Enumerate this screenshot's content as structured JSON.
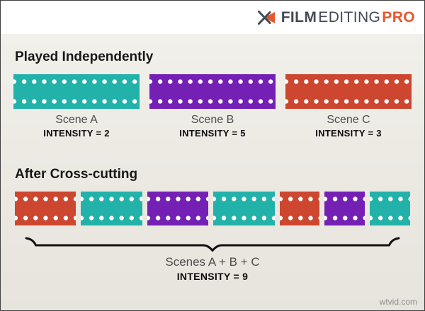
{
  "logo": {
    "film": "FILM",
    "editing": "EDITING",
    "pro": "PRO"
  },
  "colors": {
    "teal": "#22b2aa",
    "purple": "#7420b4",
    "red": "#cc4630",
    "logo_dark": "#434a54",
    "logo_orange": "#e8562c",
    "background": "#ece9e3"
  },
  "section_independent": {
    "title": "Played Independently",
    "scenes": [
      {
        "name": "Scene A",
        "intensity": "INTENSITY = 2",
        "color": "#22b2aa"
      },
      {
        "name": "Scene B",
        "intensity": "INTENSITY = 5",
        "color": "#7420b4"
      },
      {
        "name": "Scene C",
        "intensity": "INTENSITY = 3",
        "color": "#cc4630"
      }
    ]
  },
  "section_crosscut": {
    "title": "After Cross-cutting",
    "segments": [
      {
        "color": "#cc4630",
        "size": "wide"
      },
      {
        "color": "#22b2aa",
        "size": "wide"
      },
      {
        "color": "#7420b4",
        "size": "wide"
      },
      {
        "color": "#22b2aa",
        "size": "wide"
      },
      {
        "color": "#cc4630",
        "size": "narrow"
      },
      {
        "color": "#7420b4",
        "size": "narrow"
      },
      {
        "color": "#22b2aa",
        "size": "narrow"
      }
    ],
    "caption": "Scenes A + B + C",
    "intensity": "INTENSITY = 9"
  },
  "watermark": "wtvid.com"
}
